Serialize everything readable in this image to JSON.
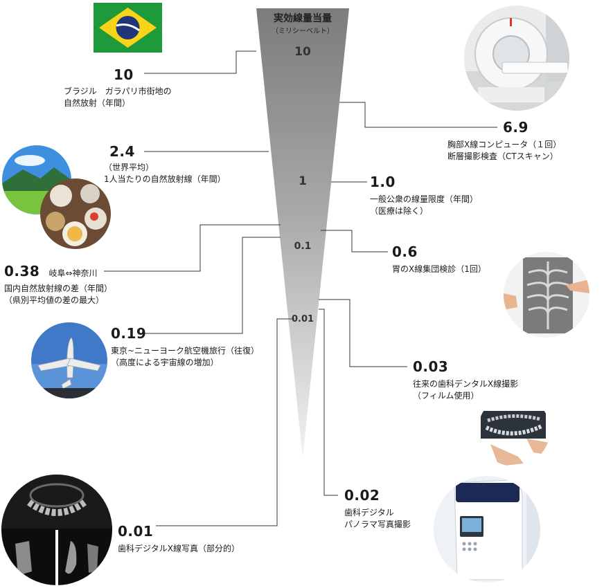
{
  "header": {
    "title": "実効線量当量",
    "subtitle": "（ミリシーベルト）"
  },
  "scale_ticks": [
    "10",
    "1",
    "0.1",
    "0.01"
  ],
  "items": [
    {
      "value": "10",
      "lines": [
        "ブラジル　ガラパリ市街地の",
        "自然放射（年間）"
      ]
    },
    {
      "value": "6.9",
      "lines": [
        "胸部X線コンピュータ（１回）",
        "断層撮影検査（CTスキャン）"
      ]
    },
    {
      "value": "2.4",
      "lines": [
        "（世界平均）",
        "1人当たりの自然放射線（年間）"
      ]
    },
    {
      "value": "1.0",
      "lines": [
        "一般公衆の線量限度（年間）",
        "（医療は除く）"
      ]
    },
    {
      "value": "0.6",
      "lines": [
        "胃のX線集団検診（1回）"
      ]
    },
    {
      "value": "0.38",
      "inline": "岐阜⇔神奈川",
      "lines": [
        "国内自然放射線の差（年間）",
        "（県別平均値の差の最大）"
      ]
    },
    {
      "value": "0.19",
      "lines": [
        "東京~ニューヨーク航空機旅行（往復）",
        "（高度による宇宙線の増加）"
      ]
    },
    {
      "value": "0.03",
      "lines": [
        "往来の歯科デンタルX線撮影",
        "（フィルム使用）"
      ]
    },
    {
      "value": "0.02",
      "lines": [
        "歯科デジタル",
        "パノラマ写真撮影"
      ]
    },
    {
      "value": "0.01",
      "lines": [
        "歯科デジタルX線写真（部分的）"
      ]
    }
  ],
  "colors": {
    "line": "#333333",
    "funnel_top": "#7a7a7a",
    "funnel_bottom": "#eeeeee"
  },
  "images": [
    "brazil-flag",
    "ct-scanner",
    "landscape-and-food",
    "chest-xray",
    "airplane",
    "dental-xray-film",
    "dental-ct-scan",
    "panoramic-xray-machine"
  ]
}
